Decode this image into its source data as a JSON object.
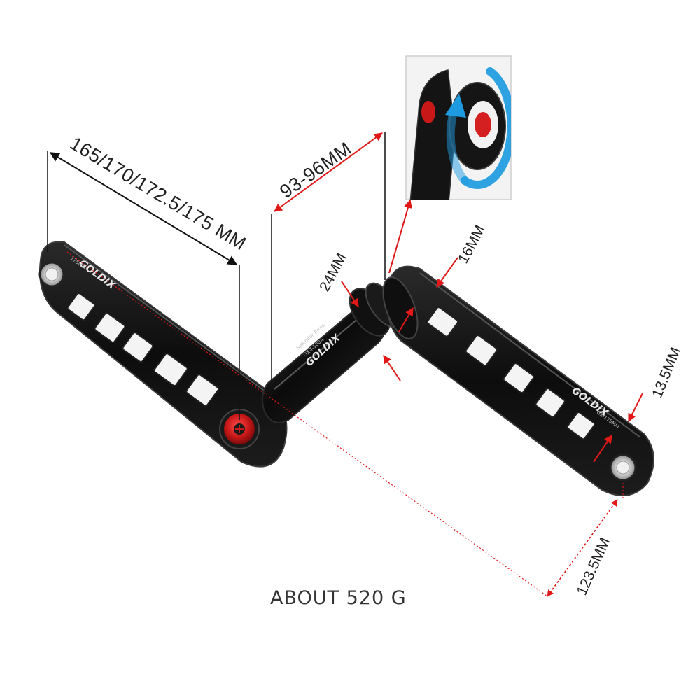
{
  "labels": {
    "arm_length": "165/170/172.5/175 MM",
    "spindle_width": "93-96MM",
    "spindle_diameter": "24MM",
    "spline_height": "16MM",
    "arm_thickness": "13.5MM",
    "q_offset": "123.5MM",
    "weight": "ABOUT 520 G"
  },
  "branding": {
    "left_arm": "GOLDIX",
    "right_arm": "GOLDIX",
    "spindle": "GOLDIX",
    "spindle_model": "GX-T-100A",
    "spindle_note": "Splendor Arms",
    "left_size": "175MM",
    "right_size": "GX-175MM"
  },
  "colors": {
    "arm": "#111111",
    "arm_edge": "#3a3a3a",
    "accent_red": "#d42020",
    "dimension_red": "#e01818",
    "rotation_blue": "#1e9be0"
  },
  "inset": {
    "icon": "rotation-arrow-icon"
  }
}
